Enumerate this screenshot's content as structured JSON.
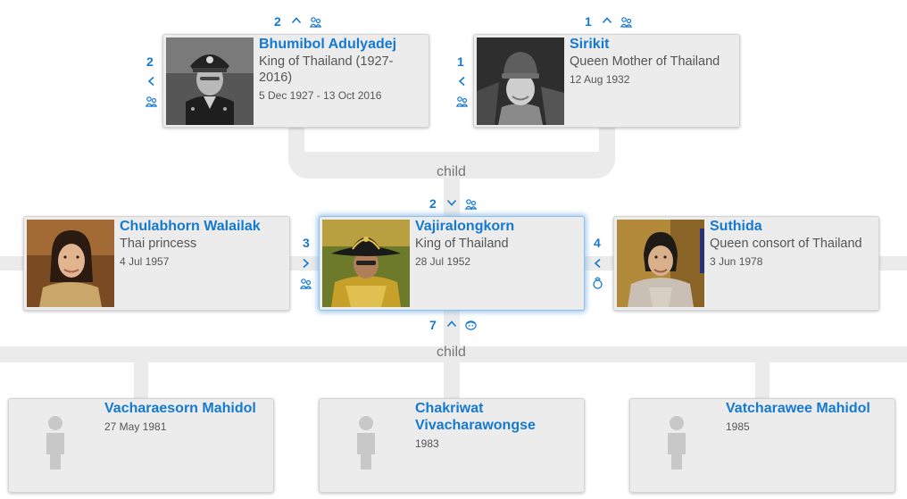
{
  "parents": {
    "father": {
      "name": "Bhumibol Adulyadej",
      "title": "King of Thailand (1927-2016)",
      "dates": "5 Dec 1927 - 13 Oct 2016",
      "up_count": "2",
      "left_count": "2"
    },
    "mother": {
      "name": "Sirikit",
      "title": "Queen Mother of Thailand",
      "dates": "12 Aug 1932",
      "up_count": "1",
      "left_count": "1"
    },
    "link_label": "child"
  },
  "focus": {
    "name": "Vajiralongkorn",
    "title": "King of Thailand",
    "dates": "28 Jul 1952",
    "parents_count": "2",
    "children_count": "7"
  },
  "spouses": {
    "left": {
      "name": "Chulabhorn Walailak",
      "title": "Thai princess",
      "dates": "4 Jul 1957",
      "count": "3"
    },
    "right": {
      "name": "Suthida",
      "title": "Queen consort of Thailand",
      "dates": "3 Jun 1978",
      "count": "4"
    }
  },
  "children": {
    "link_label": "child",
    "items": [
      {
        "name": "Vacharaesorn Mahidol",
        "dates": "27 May 1981"
      },
      {
        "name": "Chakriwat Vivacharawongse",
        "dates": "1983"
      },
      {
        "name": "Vatcharawee Mahidol",
        "dates": "1985"
      }
    ]
  },
  "colors": {
    "accent": "#1579d0",
    "connector": "#ebebeb",
    "card": "#ececec",
    "focus_glow": "#8ec0ea"
  }
}
